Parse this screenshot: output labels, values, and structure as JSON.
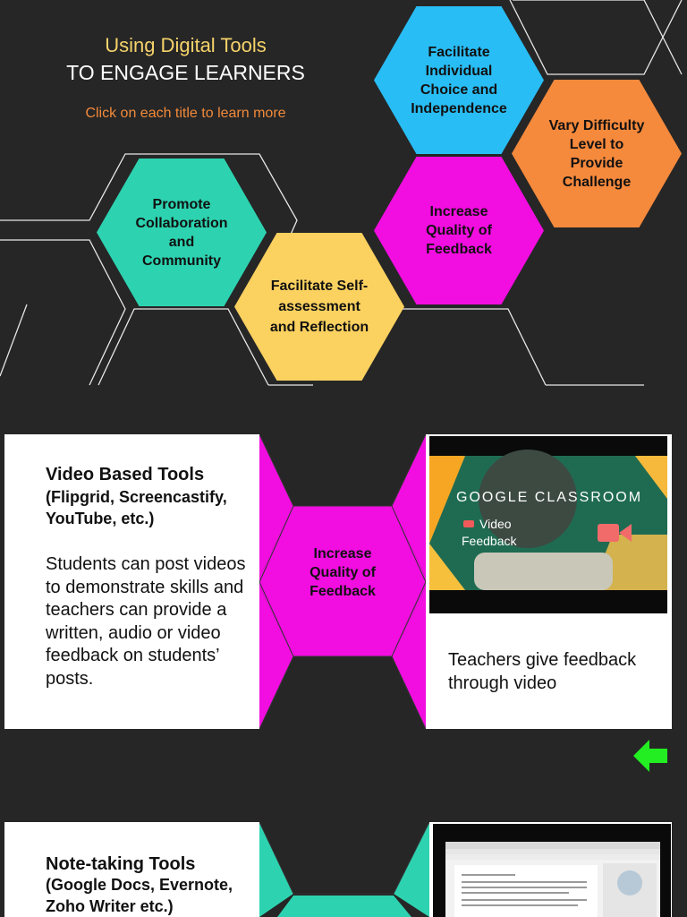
{
  "header": {
    "title_line1": "Using Digital Tools",
    "title_line2": "TO ENGAGE LEARNERS",
    "subtitle": "Click on each title to learn more"
  },
  "hexagons": [
    {
      "label": "Facilitate Individual Choice and Independence",
      "color": "#29bdf5"
    },
    {
      "label": "Vary Difficulty Level to Provide Challenge",
      "color": "#f5893c"
    },
    {
      "label": "Increase Quality of Feedback",
      "color": "#f20de0"
    },
    {
      "label": "Promote Collaboration and Community",
      "color": "#2dd3b0"
    },
    {
      "label": "Facilitate Self-assessment and Reflection",
      "color": "#fbd15f"
    }
  ],
  "section1": {
    "card_title": "Video Based Tools",
    "card_subtitle": "(Flipgrid, Screencastify, YouTube, etc.)",
    "card_body": "Students can post videos to demonstrate skills and teachers can provide a written, audio or video feedback on students’ posts.",
    "center_hex_label": "Increase Quality of Feedback",
    "video": {
      "title": "GOOGLE CLASSROOM",
      "label_line1": "Video",
      "label_line2": "Feedback"
    },
    "caption": "Teachers give feedback through video"
  },
  "section2": {
    "card_title": "Note-taking Tools",
    "card_subtitle": "(Google Docs, Evernote, Zoho Writer etc.)"
  },
  "colors": {
    "background": "#262626",
    "magenta": "#f20de0",
    "teal": "#2dd3b0",
    "back_arrow": "#22ee22"
  },
  "icons": {
    "back": "left-arrow-icon",
    "video": "video-camera-icon"
  }
}
